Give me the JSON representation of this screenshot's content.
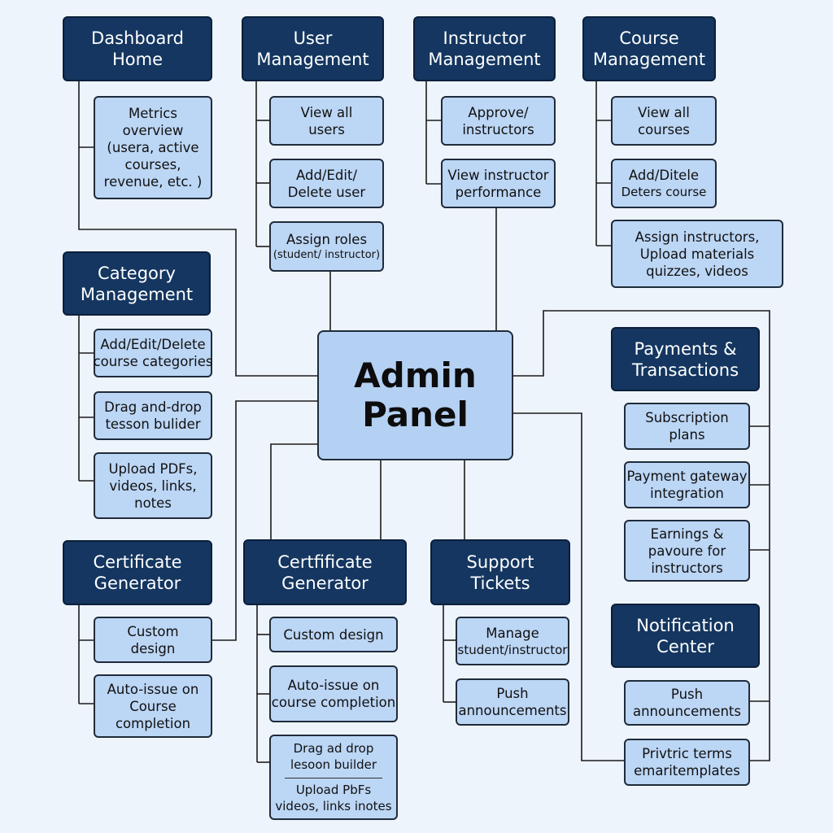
{
  "center": {
    "line1": "Admin",
    "line2": "Panel"
  },
  "dashboard": {
    "title": [
      "Dashboard",
      "Home"
    ],
    "items": [
      {
        "lines": [
          "Metrics",
          "overview",
          "(usera, active",
          "courses,",
          "revenue, etc. )"
        ]
      }
    ]
  },
  "user_management": {
    "title": [
      "User",
      "Management"
    ],
    "items": [
      {
        "lines": [
          "View all",
          "users"
        ]
      },
      {
        "lines": [
          "Add/Edit/",
          "Delete user"
        ]
      },
      {
        "lines": [
          "Assign roles"
        ],
        "small": "(student/ instructor)"
      }
    ]
  },
  "instructor_management": {
    "title": [
      "Instructor",
      "Management"
    ],
    "items": [
      {
        "lines": [
          "Approve/",
          "instructors"
        ]
      },
      {
        "lines": [
          "View instructor",
          "performance"
        ]
      }
    ]
  },
  "course_management": {
    "title": [
      "Course",
      "Management"
    ],
    "items": [
      {
        "lines": [
          "View all",
          "courses"
        ]
      },
      {
        "lines": [
          "Add/Ditele"
        ],
        "sub": "Deters course"
      },
      {
        "lines": [
          "Assign instructors,",
          "Upload materials",
          "quizzes, videos"
        ]
      }
    ]
  },
  "category_management": {
    "title": [
      "Category",
      "Management"
    ],
    "items": [
      {
        "lines": [
          "Add/Edit/Delete",
          "course categories"
        ]
      },
      {
        "lines": [
          "Drag and-drop",
          "tesson bulider"
        ]
      },
      {
        "lines": [
          "Upload PDFs,",
          "videos, links,",
          "notes"
        ]
      }
    ]
  },
  "payments": {
    "title": [
      "Payments &",
      "Transactions"
    ],
    "items": [
      {
        "lines": [
          "Subscription",
          "plans"
        ]
      },
      {
        "lines": [
          "Payment gateway",
          "integration"
        ]
      },
      {
        "lines": [
          "Earnings &",
          "pavoure for",
          "instructors"
        ]
      }
    ]
  },
  "notification_center": {
    "title": [
      "Notification",
      "Center"
    ],
    "items": [
      {
        "lines": [
          "Push",
          "announcements"
        ]
      },
      {
        "lines": [
          "Privtric terms",
          "emaritemplates"
        ]
      }
    ]
  },
  "certificate_left": {
    "title": [
      "Certificate",
      "Generator"
    ],
    "items": [
      {
        "lines": [
          "Custom",
          "design"
        ]
      },
      {
        "lines": [
          "Auto-issue on",
          "Course",
          "completion"
        ]
      }
    ]
  },
  "certificate_mid": {
    "title": [
      "Certfificate",
      "Generator"
    ],
    "items": [
      {
        "lines": [
          "Custom design"
        ]
      },
      {
        "lines": [
          "Auto-issue on",
          "course completion"
        ]
      },
      {
        "lines": [
          "Drag ad drop",
          "lesoon builder"
        ],
        "lines2": [
          "Upload PbFs",
          "videos, links inotes"
        ]
      }
    ]
  },
  "support_tickets": {
    "title": [
      "Support",
      "Tickets"
    ],
    "items": [
      {
        "lines": [
          "Manage"
        ],
        "sub": "student/instructor"
      },
      {
        "lines": [
          "Push",
          "announcements"
        ]
      }
    ]
  },
  "colors": {
    "background": "#eef4fc",
    "header_fill": "#143660",
    "item_fill": "#bcd6f5",
    "center_fill": "#b4d1f3",
    "connector": "#1b1b1b"
  }
}
